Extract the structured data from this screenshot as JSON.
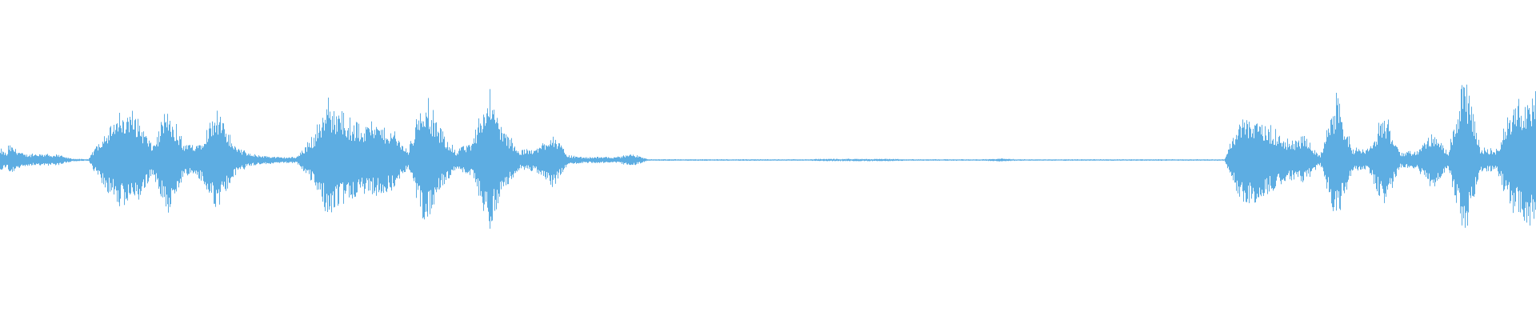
{
  "waveform": {
    "color": "#5dade2",
    "background": "#ffffff",
    "peak_envelope": [
      0.11,
      0.04,
      0.04,
      0.035,
      0.01,
      0.005,
      0.2,
      0.3,
      0.31,
      0.1,
      0.35,
      0.1,
      0.13,
      0.37,
      0.12,
      0.04,
      0.03,
      0.02,
      0.02,
      0.15,
      0.39,
      0.29,
      0.22,
      0.25,
      0.2,
      0.06,
      0.45,
      0.2,
      0.06,
      0.12,
      0.47,
      0.2,
      0.06,
      0.08,
      0.19,
      0.03,
      0.02,
      0.02,
      0.02,
      0.04,
      0.005,
      0.005,
      0.005,
      0.005,
      0.005,
      0.005,
      0.005,
      0.005,
      0.005,
      0.005,
      0.005,
      0.008,
      0.008,
      0.008,
      0.008,
      0.008,
      0.005,
      0.005,
      0.005,
      0.005,
      0.005,
      0.005,
      0.01,
      0.005,
      0.005,
      0.005,
      0.005,
      0.005,
      0.005,
      0.005,
      0.005,
      0.005,
      0.005,
      0.005,
      0.005,
      0.005,
      0.005,
      0.28,
      0.29,
      0.21,
      0.13,
      0.15,
      0.03,
      0.42,
      0.08,
      0.07,
      0.32,
      0.05,
      0.06,
      0.19,
      0.06,
      0.54,
      0.08,
      0.07,
      0.35,
      0.43
    ]
  }
}
